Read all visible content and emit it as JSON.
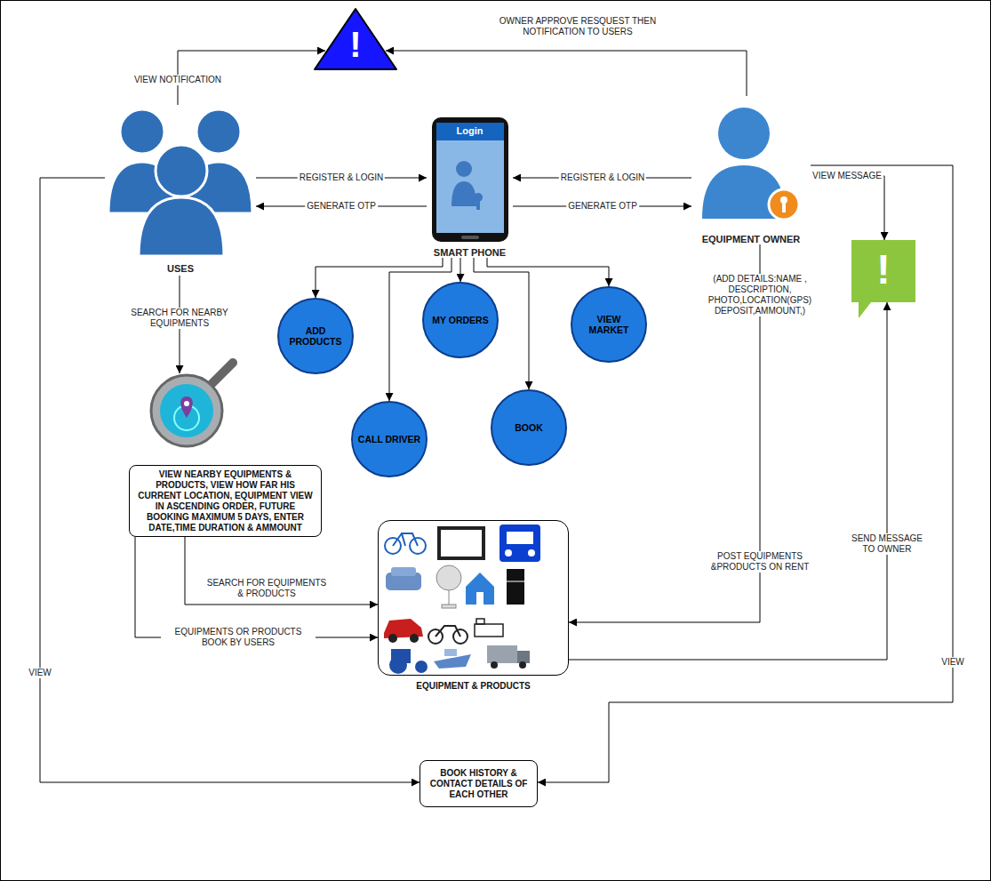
{
  "diagram": {
    "nodes": [
      {
        "text": [
          "USES"
        ]
      },
      {
        "text": [
          "Login",
          "SMART PHONE"
        ]
      },
      {
        "text": [
          "EQUIPMENT OWNER"
        ]
      },
      {
        "text": [
          "!"
        ]
      },
      {
        "text": [
          "!"
        ]
      },
      {
        "text": [
          "ADD PRODUCTS"
        ]
      },
      {
        "text": [
          "MY ORDERS"
        ]
      },
      {
        "text": [
          "VIEW MARKET"
        ]
      },
      {
        "text": [
          "CALL DRIVER"
        ]
      },
      {
        "text": [
          "BOOK"
        ]
      },
      {
        "text": [
          "VIEW NEARBY EQUIPMENTS & PRODUCTS, VIEW HOW FAR HIS CURRENT LOCATION, EQUIPMENT VIEW IN ASCENDING ORDER, FUTURE BOOKING MAXIMUM 5 DAYS, ENTER DATE,TIME DURATION & AMMOUNT"
        ]
      },
      {
        "text": [
          "EQUIPMENT & PRODUCTS"
        ]
      },
      {
        "text": [
          "BOOK HISTORY & CONTACT DETAILS OF EACH OTHER"
        ]
      }
    ],
    "edges": [
      {
        "from": 0,
        "to": 1,
        "label": "REGISTER & LOGIN",
        "arrow": "to"
      },
      {
        "from": 1,
        "to": 0,
        "label": "GENERATE OTP",
        "arrow": "to"
      },
      {
        "from": 2,
        "to": 1,
        "label": "REGISTER & LOGIN",
        "arrow": "to"
      },
      {
        "from": 1,
        "to": 2,
        "label": "GENERATE OTP",
        "arrow": "to"
      },
      {
        "from": 0,
        "to": 3,
        "label": "VIEW NOTIFICATION",
        "arrow": "to"
      },
      {
        "from": 2,
        "to": 3,
        "label": "OWNER APPROVE RESQUEST THEN NOTIFICATION TO USERS",
        "arrow": "to"
      },
      {
        "from": 2,
        "to": 4,
        "label": "VIEW MESSAGE",
        "arrow": "to"
      },
      {
        "from": 1,
        "to": 5,
        "arrow": "to"
      },
      {
        "from": 1,
        "to": 6,
        "arrow": "to"
      },
      {
        "from": 1,
        "to": 7,
        "arrow": "to"
      },
      {
        "from": 1,
        "to": 8,
        "arrow": "to"
      },
      {
        "from": 1,
        "to": 9,
        "arrow": "to"
      },
      {
        "from": 10,
        "to": 11,
        "label": "SEARCH FOR EQUIPMENTS & PRODUCTS",
        "arrow": "to"
      },
      {
        "from": 10,
        "to": 11,
        "label": "EQUIPMENTS OR PRODUCTS BOOK BY USERS",
        "arrow": "to"
      },
      {
        "from": 2,
        "to": 11,
        "label": "POST EQUIPMENTS &PRODUCTS ON RENT",
        "arrow": "to"
      },
      {
        "from": 11,
        "to": 4,
        "label": "SEND MESSAGE TO OWNER",
        "arrow": "to"
      },
      {
        "from": 0,
        "to": 12,
        "label": "VIEW",
        "arrow": "to"
      },
      {
        "from": 2,
        "to": 12,
        "label": "VIEW",
        "arrow": "to"
      }
    ],
    "labels": [
      "SEARCH FOR NEARBY EQUIPMENTS",
      "(ADD DETAILS:NAME , DESCRIPTION, PHOTO,LOCATION(GPS) DEPOSIT,AMMOUNT,)"
    ]
  }
}
